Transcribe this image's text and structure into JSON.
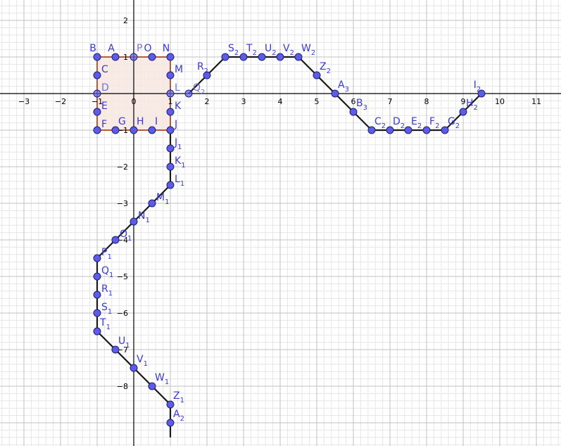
{
  "graph": {
    "x_axis": {
      "min": -3.5,
      "max": 11.5,
      "ticks": [
        -3,
        -2,
        -1,
        0,
        1,
        2,
        3,
        4,
        5,
        6,
        7,
        8,
        9,
        10,
        11
      ]
    },
    "y_axis": {
      "min": -9.3,
      "max": 2.5,
      "ticks": [
        2,
        1,
        -1,
        -2,
        -3,
        -4,
        -5,
        -6,
        -7,
        -8
      ]
    },
    "grid": true,
    "colors": {
      "axis": "#000000",
      "grid_major": "#c0c0c0",
      "grid_minor": "#e6e6e6",
      "square_fill": "#f7e6e1",
      "square_stroke": "#b25c3c",
      "path_stroke": "#1a1a1a",
      "point_fill": "#5c5ce6",
      "point_stroke": "#1f1f7a",
      "label": "#3a3ad0"
    }
  },
  "square": {
    "corners": [
      [
        -1,
        1
      ],
      [
        1,
        1
      ],
      [
        1,
        -1
      ],
      [
        -1,
        -1
      ]
    ]
  },
  "points": [
    {
      "name": "B",
      "sub": "",
      "x": -1,
      "y": 1,
      "lp": "tl"
    },
    {
      "name": "A",
      "sub": "",
      "x": -0.5,
      "y": 1,
      "lp": "tl"
    },
    {
      "name": "P",
      "sub": "",
      "x": 0,
      "y": 1,
      "lp": "tr",
      "light": true
    },
    {
      "name": "O",
      "sub": "",
      "x": 0.5,
      "y": 1,
      "lp": "tl"
    },
    {
      "name": "N",
      "sub": "",
      "x": 1,
      "y": 1,
      "lp": "tl"
    },
    {
      "name": "C",
      "sub": "",
      "x": -1,
      "y": 0.5,
      "lp": "r"
    },
    {
      "name": "M",
      "sub": "",
      "x": 1,
      "y": 0.5,
      "lp": "r"
    },
    {
      "name": "D",
      "sub": "",
      "x": -1,
      "y": 0,
      "lp": "r",
      "light": true
    },
    {
      "name": "L",
      "sub": "",
      "x": 1,
      "y": 0,
      "lp": "r",
      "light": true
    },
    {
      "name": "E",
      "sub": "",
      "x": -1,
      "y": -0.5,
      "lp": "r"
    },
    {
      "name": "K",
      "sub": "",
      "x": 1,
      "y": -0.5,
      "lp": "r"
    },
    {
      "name": "F",
      "sub": "",
      "x": -1,
      "y": -1,
      "lp": "r"
    },
    {
      "name": "G",
      "sub": "",
      "x": -0.5,
      "y": -1,
      "lp": "tr"
    },
    {
      "name": "H",
      "sub": "",
      "x": 0,
      "y": -1,
      "lp": "tr"
    },
    {
      "name": "I",
      "sub": "",
      "x": 0.5,
      "y": -1,
      "lp": "tr"
    },
    {
      "name": "J",
      "sub": "",
      "x": 1,
      "y": -1,
      "lp": "r"
    },
    {
      "name": "J",
      "sub": "1",
      "x": 1,
      "y": -1.5,
      "lp": "r"
    },
    {
      "name": "K",
      "sub": "1",
      "x": 1,
      "y": -2,
      "lp": "r"
    },
    {
      "name": "L",
      "sub": "1",
      "x": 1,
      "y": -2.5,
      "lp": "r"
    },
    {
      "name": "M",
      "sub": "1",
      "x": 0.5,
      "y": -3,
      "lp": "r"
    },
    {
      "name": "N",
      "sub": "1",
      "x": 0,
      "y": -3.5,
      "lp": "r"
    },
    {
      "name": "O",
      "sub": "1",
      "x": -0.5,
      "y": -4,
      "lp": "r"
    },
    {
      "name": "P",
      "sub": "1",
      "x": -1,
      "y": -4.5,
      "lp": "r"
    },
    {
      "name": "Q",
      "sub": "1",
      "x": -1,
      "y": -5,
      "lp": "r"
    },
    {
      "name": "R",
      "sub": "1",
      "x": -1,
      "y": -5.5,
      "lp": "r"
    },
    {
      "name": "S",
      "sub": "1",
      "x": -1,
      "y": -6,
      "lp": "r"
    },
    {
      "name": "T",
      "sub": "1",
      "x": -1,
      "y": -6.5,
      "lp": "tr"
    },
    {
      "name": "U",
      "sub": "1",
      "x": -0.5,
      "y": -7,
      "lp": "tr"
    },
    {
      "name": "V",
      "sub": "1",
      "x": 0,
      "y": -7.5,
      "lp": "tr"
    },
    {
      "name": "W",
      "sub": "1",
      "x": 0.5,
      "y": -8,
      "lp": "tr"
    },
    {
      "name": "Z",
      "sub": "1",
      "x": 1,
      "y": -8.5,
      "lp": "tr"
    },
    {
      "name": "A",
      "sub": "2",
      "x": 1,
      "y": -9,
      "lp": "tr"
    },
    {
      "name": "Q",
      "sub": "2",
      "x": 1.5,
      "y": 0,
      "lp": "r",
      "light": true
    },
    {
      "name": "R",
      "sub": "2",
      "x": 2,
      "y": 0.5,
      "lp": "tl"
    },
    {
      "name": "S",
      "sub": "2",
      "x": 2.5,
      "y": 1,
      "lp": "tr"
    },
    {
      "name": "T",
      "sub": "2",
      "x": 3,
      "y": 1,
      "lp": "tr"
    },
    {
      "name": "U",
      "sub": "2",
      "x": 3.5,
      "y": 1,
      "lp": "tr"
    },
    {
      "name": "V",
      "sub": "2",
      "x": 4,
      "y": 1,
      "lp": "tr"
    },
    {
      "name": "W",
      "sub": "2",
      "x": 4.5,
      "y": 1,
      "lp": "tr"
    },
    {
      "name": "Z",
      "sub": "2",
      "x": 5,
      "y": 0.5,
      "lp": "tr"
    },
    {
      "name": "A",
      "sub": "3",
      "x": 5.5,
      "y": 0,
      "lp": "tr"
    },
    {
      "name": "B",
      "sub": "3",
      "x": 6,
      "y": -0.5,
      "lp": "tr"
    },
    {
      "name": "C",
      "sub": "2",
      "x": 6.5,
      "y": -1,
      "lp": "tr"
    },
    {
      "name": "D",
      "sub": "2",
      "x": 7,
      "y": -1,
      "lp": "tr"
    },
    {
      "name": "E",
      "sub": "2",
      "x": 7.5,
      "y": -1,
      "lp": "tr"
    },
    {
      "name": "F",
      "sub": "2",
      "x": 8,
      "y": -1,
      "lp": "tr"
    },
    {
      "name": "G",
      "sub": "2",
      "x": 8.5,
      "y": -1,
      "lp": "tr"
    },
    {
      "name": "H",
      "sub": "2",
      "x": 9,
      "y": -0.5,
      "lp": "tr"
    },
    {
      "name": "I",
      "sub": "2",
      "x": 9.5,
      "y": 0,
      "lp": "tl"
    }
  ],
  "paths": [
    [
      [
        1,
        -1
      ],
      [
        1,
        -2.5
      ],
      [
        -1,
        -4.5
      ],
      [
        -1,
        -6.5
      ],
      [
        1,
        -8.5
      ],
      [
        1,
        -9.4
      ]
    ],
    [
      [
        1.5,
        0
      ],
      [
        2.5,
        1
      ],
      [
        4.5,
        1
      ],
      [
        6.5,
        -1
      ],
      [
        8.5,
        -1
      ],
      [
        9.5,
        0
      ]
    ]
  ]
}
